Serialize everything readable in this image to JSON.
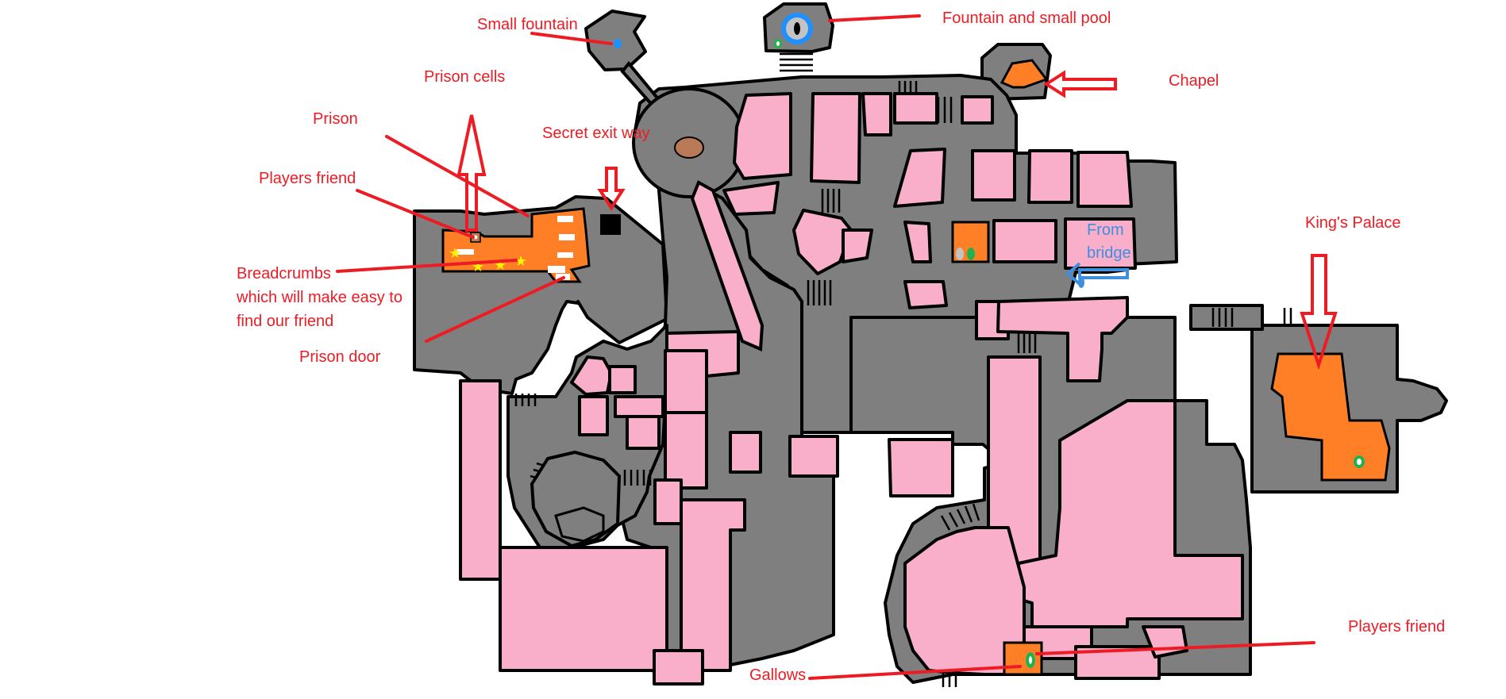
{
  "colors": {
    "stone": "#7f7f7f",
    "building": "#f9afc9",
    "highlight": "#ff7f27",
    "annotation": "#ed1c24",
    "annotation_alt": "#3f8fe0",
    "outline": "#000000",
    "water": "#1e90ff",
    "marker": "#22b14c"
  },
  "labels": {
    "small_fountain": "Small fountain",
    "fountain_pool": "Fountain and small pool",
    "chapel": "Chapel",
    "prison_cells": "Prison cells",
    "prison": "Prison",
    "secret_exit": "Secret exit way",
    "players_friend_1": "Players friend",
    "breadcrumbs_line1": "Breadcrumbs",
    "breadcrumbs_line2": "which will make easy to",
    "breadcrumbs_line3": "find our friend",
    "prison_door": "Prison door",
    "kings_palace": "King's Palace",
    "from_bridge_line1": "From",
    "from_bridge_line2": "bridge",
    "players_friend_2": "Players friend",
    "gallows": "Gallows"
  }
}
